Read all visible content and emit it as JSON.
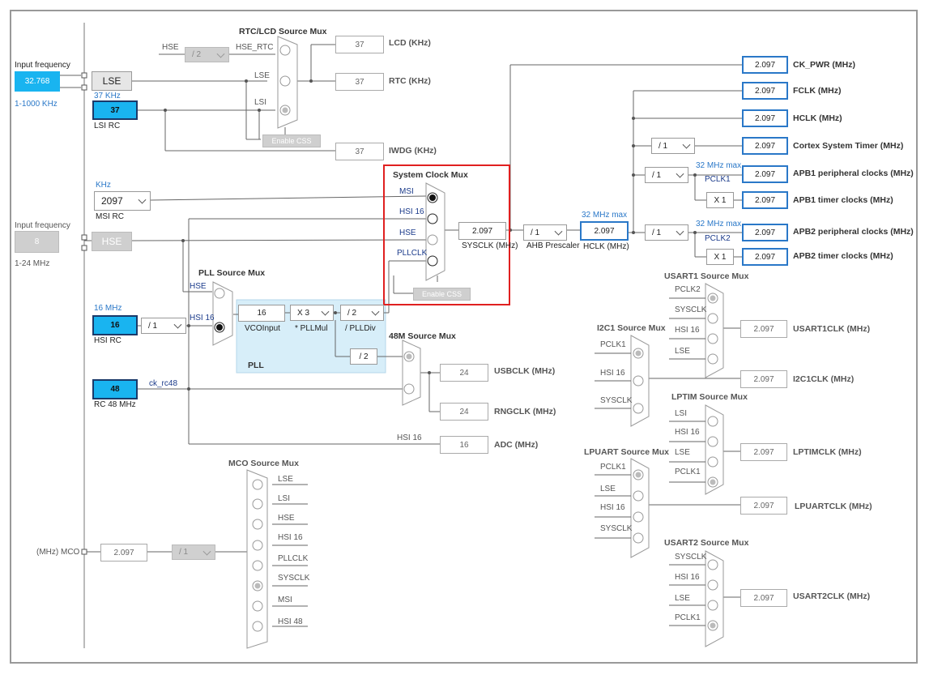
{
  "input_lse": {
    "label": "Input frequency",
    "value": "32.768",
    "range": "1-1000 KHz"
  },
  "lse": {
    "label": "LSE"
  },
  "lsi": {
    "freq": "37 KHz",
    "value": "37",
    "name": "LSI RC"
  },
  "rtc_mux": {
    "title": "RTC/LCD Source Mux",
    "hse": "HSE",
    "hse_div": "/ 2",
    "hse_rtc": "HSE_RTC",
    "lse": "LSE",
    "lsi": "LSI",
    "css": "Enable CSS"
  },
  "lcd": {
    "value": "37",
    "label": "LCD (KHz)"
  },
  "rtc": {
    "value": "37",
    "label": "RTC (KHz)"
  },
  "iwdg": {
    "value": "37",
    "label": "IWDG (KHz)"
  },
  "msi": {
    "unit": "KHz",
    "value": "2097",
    "name": "MSI RC"
  },
  "input_hse": {
    "label": "Input frequency",
    "value": "8",
    "range": "1-24 MHz"
  },
  "hse": {
    "label": "HSE"
  },
  "hsi16": {
    "freq": "16 MHz",
    "value": "16",
    "name": "HSI RC",
    "div": "/ 1"
  },
  "rc48": {
    "value": "48",
    "name": "RC 48 MHz",
    "ck": "ck_rc48"
  },
  "sysmux": {
    "title": "System Clock Mux",
    "in_msi": "MSI",
    "in_hsi": "HSI 16",
    "in_hse": "HSE",
    "in_pll": "PLLCLK",
    "css": "Enable CSS",
    "sysclk": "2.097",
    "sysclk_label": "SYSCLK (MHz)"
  },
  "ahb": {
    "div": "/ 1",
    "label": "AHB Prescaler",
    "max": "32 MHz max",
    "hclk": "2.097",
    "hclk_label": "HCLK (MHz)"
  },
  "pll": {
    "mux_title": "PLL Source Mux",
    "in_hse": "HSE",
    "in_hsi": "HSI 16",
    "vco": "16",
    "vco_label": "VCOInput",
    "mul": "X 3",
    "mul_label": "* PLLMul",
    "div": "/ 2",
    "div_label": "/ PLLDiv",
    "div2": "/ 2",
    "name": "PLL"
  },
  "m48": {
    "title": "48M Source Mux",
    "usb": "24",
    "usb_label": "USBCLK (MHz)",
    "rng": "24",
    "rng_label": "RNGCLK (MHz)"
  },
  "adc": {
    "in": "HSI 16",
    "value": "16",
    "label": "ADC (MHz)"
  },
  "outputs": {
    "ckpwr": {
      "value": "2.097",
      "label": "CK_PWR (MHz)"
    },
    "fclk": {
      "value": "2.097",
      "label": "FCLK (MHz)"
    },
    "hclk": {
      "value": "2.097",
      "label": "HCLK (MHz)"
    },
    "cortex": {
      "div": "/ 1",
      "value": "2.097",
      "label": "Cortex System Timer (MHz)"
    },
    "apb1": {
      "div": "/ 1",
      "max": "32 MHz max",
      "pclk": "PCLK1",
      "value": "2.097",
      "label": "APB1 peripheral clocks (MHz)",
      "tmul": "X 1",
      "tvalue": "2.097",
      "tlabel": "APB1 timer clocks (MHz)"
    },
    "apb2": {
      "div": "/ 1",
      "max": "32 MHz max",
      "pclk": "PCLK2",
      "value": "2.097",
      "label": "APB2 peripheral clocks (MHz)",
      "tmul": "X 1",
      "tvalue": "2.097",
      "tlabel": "APB2 timer clocks (MHz)"
    }
  },
  "usart1": {
    "title": "USART1 Source Mux",
    "in": [
      "PCLK2",
      "SYSCLK",
      "HSI 16",
      "LSE"
    ],
    "value": "2.097",
    "label": "USART1CLK (MHz)"
  },
  "i2c1": {
    "title": "I2C1 Source Mux",
    "in": [
      "PCLK1",
      "HSI 16",
      "SYSCLK"
    ],
    "value": "2.097",
    "label": "I2C1CLK (MHz)"
  },
  "lptim": {
    "title": "LPTIM Source Mux",
    "in": [
      "LSI",
      "HSI 16",
      "LSE",
      "PCLK1"
    ],
    "value": "2.097",
    "label": "LPTIMCLK (MHz)"
  },
  "lpuart": {
    "title": "LPUART Source Mux",
    "in": [
      "PCLK1",
      "LSE",
      "HSI 16",
      "SYSCLK"
    ],
    "value": "2.097",
    "label": "LPUARTCLK (MHz)"
  },
  "usart2": {
    "title": "USART2 Source Mux",
    "in": [
      "SYSCLK",
      "HSI 16",
      "LSE",
      "PCLK1"
    ],
    "value": "2.097",
    "label": "USART2CLK (MHz)"
  },
  "mco": {
    "title": "MCO Source Mux",
    "in": [
      "LSE",
      "LSI",
      "HSE",
      "HSI 16",
      "PLLCLK",
      "SYSCLK",
      "MSI",
      "HSI 48"
    ],
    "div": "/ 1",
    "value": "2.097",
    "label": "(MHz) MCO"
  },
  "colors": {
    "accent": "#2a78c8",
    "input": "#19b4f0",
    "highlight": "#e02020",
    "pll_bg": "#d7eef9"
  }
}
